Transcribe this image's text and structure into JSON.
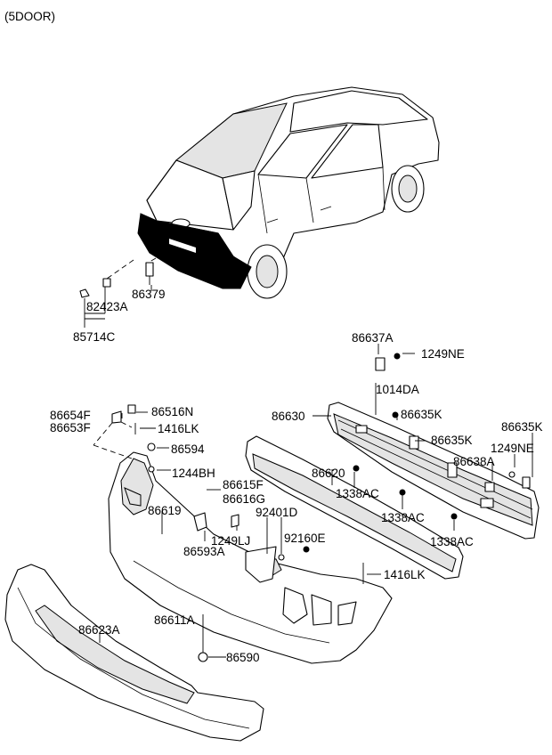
{
  "header": {
    "variant": "(5DOOR)"
  },
  "parts": {
    "p82423A": "82423A",
    "p86379": "86379",
    "p85714C": "85714C",
    "p86637A": "86637A",
    "p1249NE_a": "1249NE",
    "p1014DA": "1014DA",
    "p86630": "86630",
    "p86635K_a": "86635K",
    "p86635K_b": "86635K",
    "p86635K_c": "86635K",
    "p1249NE_b": "1249NE",
    "p86638A": "86638A",
    "p86654F": "86654F",
    "p86653F": "86653F",
    "p86516N": "86516N",
    "p1416LK_a": "1416LK",
    "p86594": "86594",
    "p1244BH": "1244BH",
    "p86620": "86620",
    "p1338AC_a": "1338AC",
    "p1338AC_b": "1338AC",
    "p1338AC_c": "1338AC",
    "p86615F": "86615F",
    "p86616G": "86616G",
    "p86619": "86619",
    "p92401D": "92401D",
    "p1249LJ": "1249LJ",
    "p92160E": "92160E",
    "p86593A": "86593A",
    "p1416LK_b": "1416LK",
    "p86623A": "86623A",
    "p86611A": "86611A",
    "p86590": "86590"
  }
}
